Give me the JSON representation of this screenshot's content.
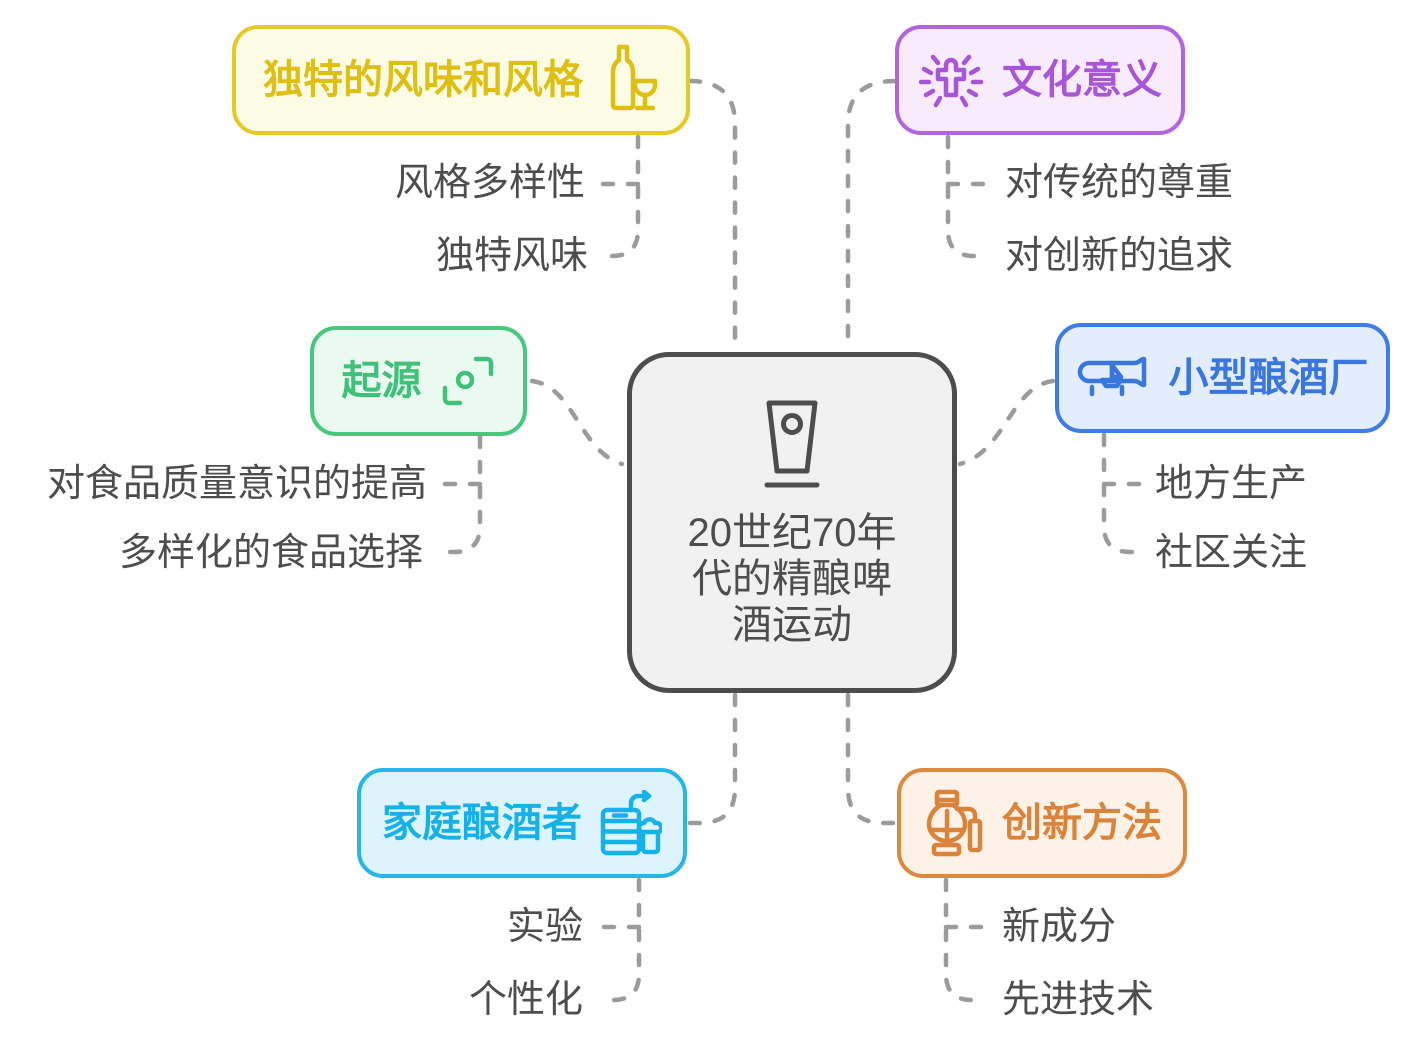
{
  "title": "20世纪70年代的精酿啤酒运动",
  "center": {
    "lines": [
      "20世纪70年",
      "代的精酿啤",
      "酒运动"
    ],
    "icon": "cup-icon",
    "border_color": "#4d4d4d",
    "bg_color": "#f1f1f1",
    "text_color": "#4d4d4d"
  },
  "branches": [
    {
      "id": "unique-flavor-style",
      "label": "独特的风味和风格",
      "icon": "wine-bottle-glass-icon",
      "accent": "#e4c927",
      "text_color": "#ddc013",
      "bg": "#fcfbe4",
      "children": [
        "风格多样性",
        "独特风味"
      ]
    },
    {
      "id": "cultural-significance",
      "label": "文化意义",
      "icon": "sparkling-cross-icon",
      "accent": "#b264dd",
      "text_color": "#a855d8",
      "bg": "#f8ecfc",
      "children": [
        "对传统的尊重",
        "对创新的追求"
      ]
    },
    {
      "id": "origin",
      "label": "起源",
      "icon": "focus-target-icon",
      "accent": "#48c87f",
      "text_color": "#3fc179",
      "bg": "#eafaf1",
      "children": [
        "对食品质量意识的提高",
        "多样化的食品选择"
      ]
    },
    {
      "id": "microbreweries",
      "label": "小型酿酒厂",
      "icon": "ship-in-bottle-icon",
      "accent": "#3e7de5",
      "text_color": "#3a77dd",
      "bg": "#e4edfb",
      "children": [
        "地方生产",
        "社区关注"
      ]
    },
    {
      "id": "home-brewers",
      "label": "家庭酿酒者",
      "icon": "keg-and-glass-icon",
      "accent": "#28b5e8",
      "text_color": "#16b1e9",
      "bg": "#def4fc",
      "children": [
        "实验",
        "个性化"
      ]
    },
    {
      "id": "innovative-methods",
      "label": "创新方法",
      "icon": "fermenter-icon",
      "accent": "#dc8a3f",
      "text_color": "#d9843a",
      "bg": "#fcf2e7",
      "children": [
        "新成分",
        "先进技术"
      ]
    }
  ],
  "connector_color": "#9b9b9b",
  "leaf_text_color": "#4d4d4d"
}
